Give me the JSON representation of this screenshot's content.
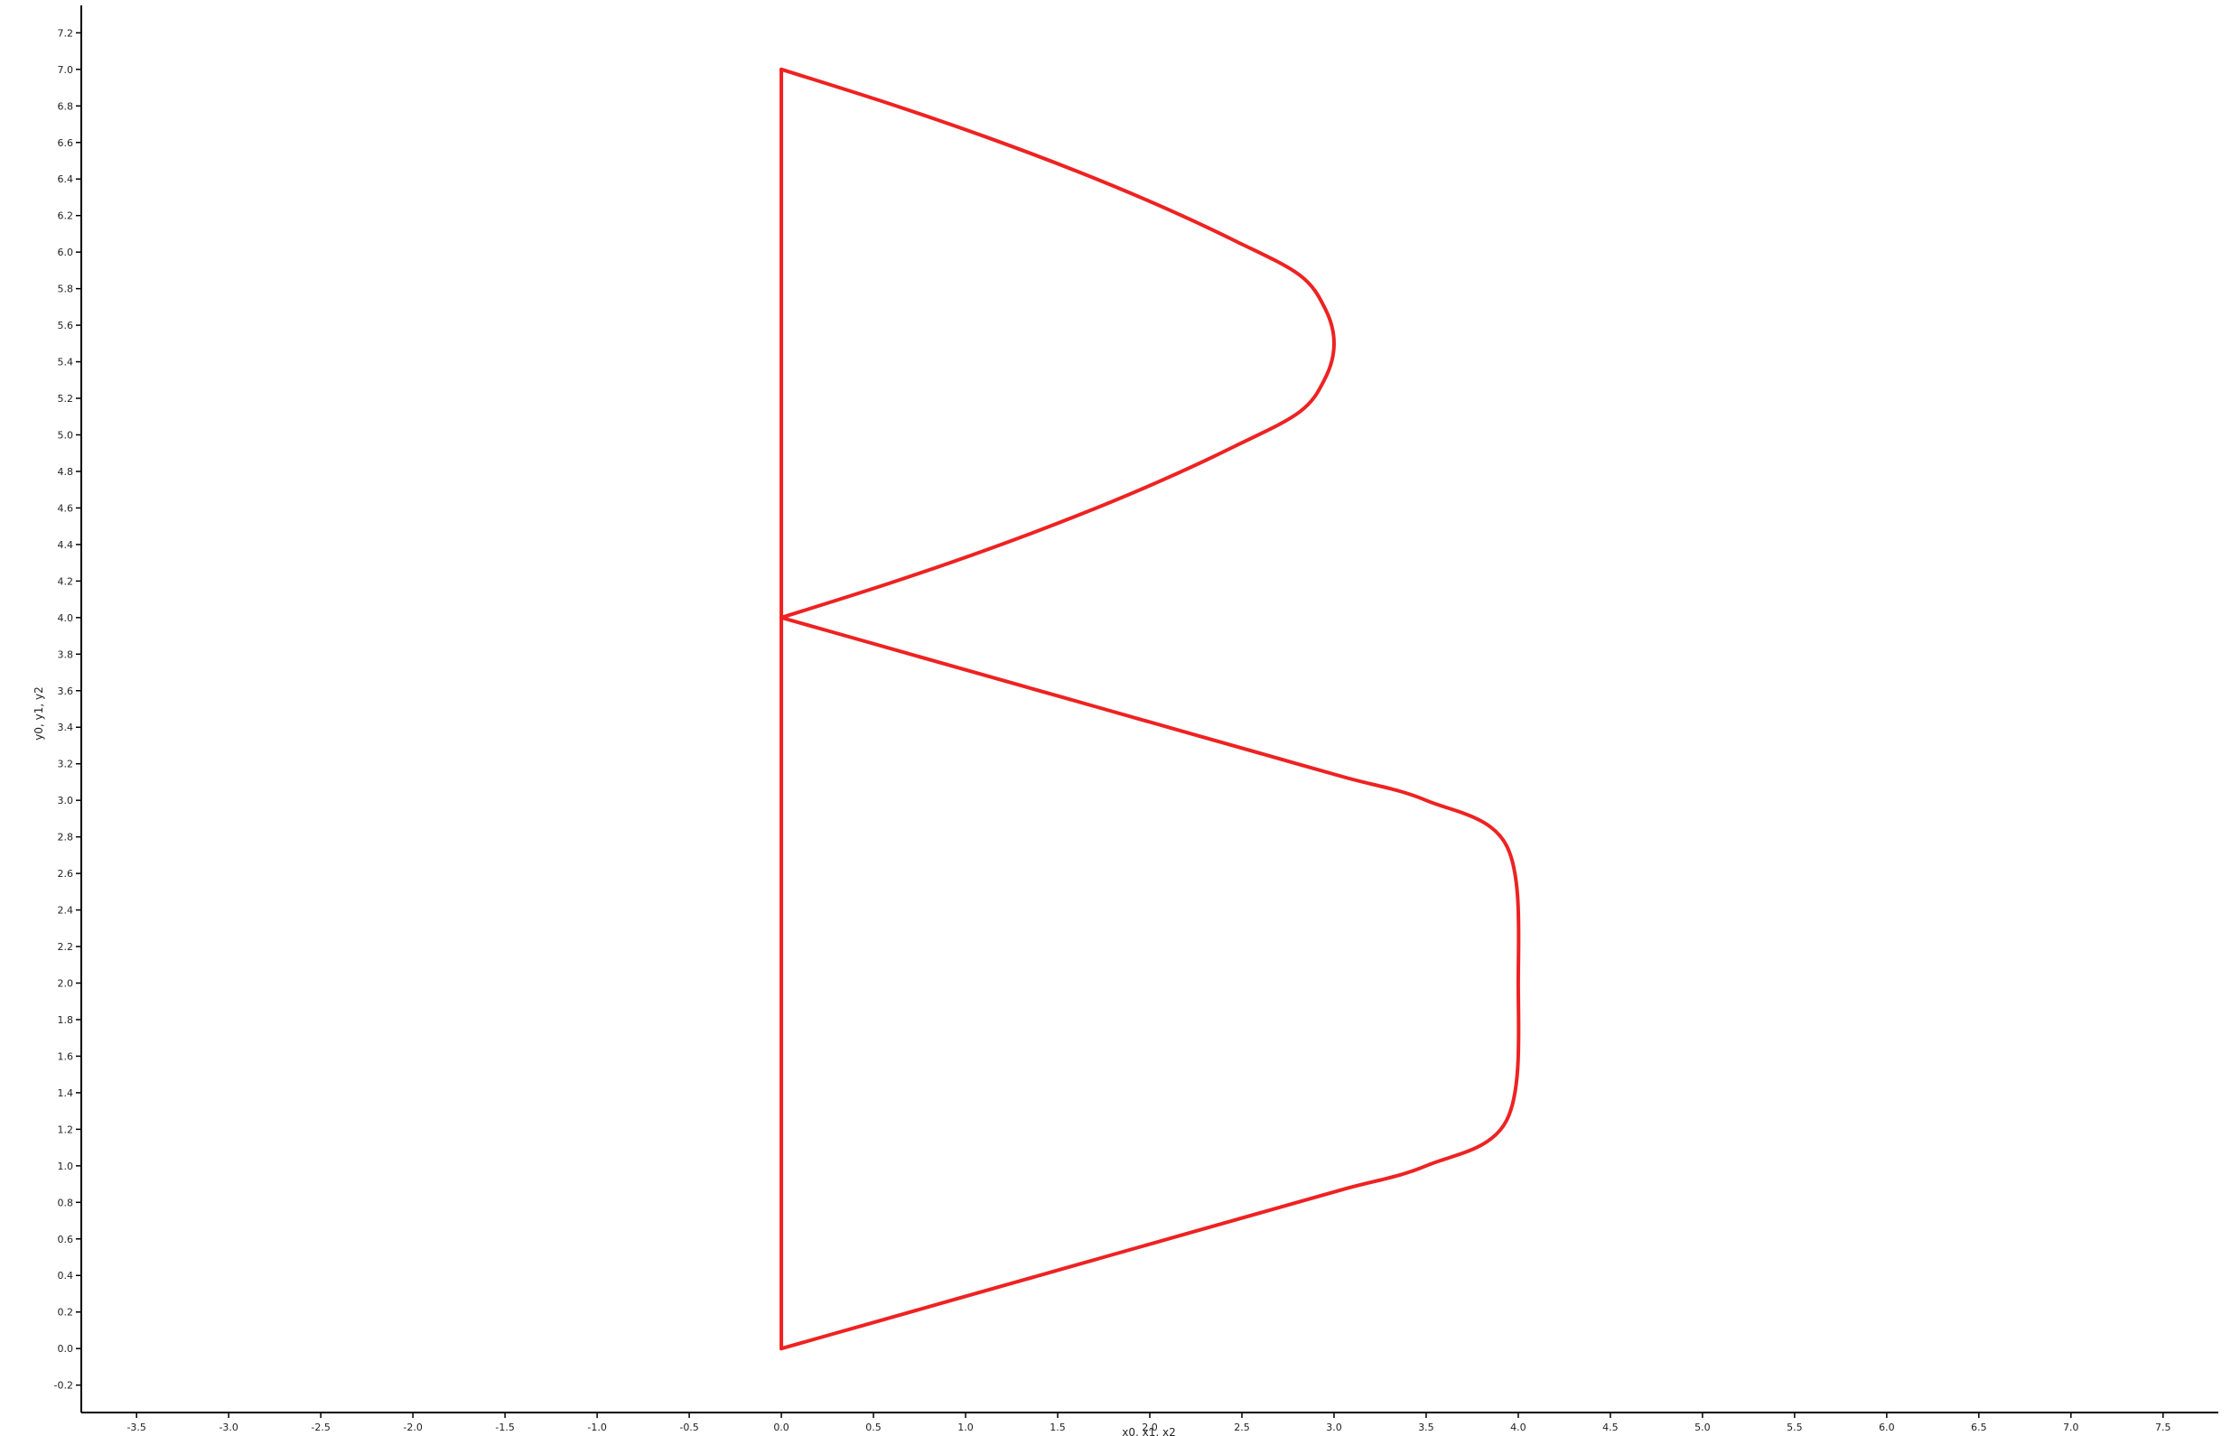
{
  "chart_data": {
    "type": "line",
    "xlabel": "x0, x1, x2",
    "ylabel": "y0, y1, y2",
    "xlim": [
      -3.8,
      7.8
    ],
    "ylim": [
      -0.35,
      7.35
    ],
    "xticks": [
      "-3.5",
      "-3.0",
      "-2.5",
      "-2.0",
      "-1.5",
      "-1.0",
      "-0.5",
      "0.0",
      "0.5",
      "1.0",
      "1.5",
      "2.0",
      "2.5",
      "3.0",
      "3.5",
      "4.0",
      "4.5",
      "5.0",
      "5.5",
      "6.0",
      "6.5",
      "7.0",
      "7.5"
    ],
    "yticks": [
      "-0.2",
      "0.0",
      "0.2",
      "0.4",
      "0.6",
      "0.8",
      "1.0",
      "1.2",
      "1.4",
      "1.6",
      "1.8",
      "2.0",
      "2.2",
      "2.4",
      "2.6",
      "2.8",
      "3.0",
      "3.2",
      "3.4",
      "3.6",
      "3.8",
      "4.0",
      "4.2",
      "4.4",
      "4.6",
      "4.8",
      "5.0",
      "5.2",
      "5.4",
      "5.6",
      "5.8",
      "6.0",
      "6.2",
      "6.4",
      "6.6",
      "6.8",
      "7.0",
      "7.2"
    ],
    "grid": false,
    "legend": "none",
    "color": "#ee2222",
    "series": [
      {
        "x": [
          0.0,
          0.0
        ],
        "y": [
          0.0,
          7.0
        ]
      },
      {
        "x": [
          0.0,
          0.4375,
          0.875,
          1.3125,
          1.75,
          2.1875,
          2.625,
          3.0625,
          3.5,
          3.9375,
          4.0,
          3.9375,
          3.5,
          3.0625,
          2.625,
          2.1875,
          1.75,
          1.3125,
          0.875,
          0.4375,
          0.0
        ],
        "y": [
          0.0,
          0.125,
          0.25,
          0.375,
          0.5,
          0.625,
          0.75,
          0.875,
          1.0,
          1.25,
          2.0,
          2.75,
          3.0,
          3.125,
          3.25,
          3.375,
          3.5,
          3.625,
          3.75,
          3.875,
          4.0
        ]
      },
      {
        "x": [
          0.0,
          0.5859,
          1.125,
          1.6172,
          2.0625,
          2.4609,
          2.8125,
          2.9531,
          3.0,
          2.9531,
          2.8125,
          2.4609,
          2.0625,
          1.6172,
          1.125,
          0.5859,
          0.0
        ],
        "y": [
          4.0,
          4.1875,
          4.375,
          4.5625,
          4.75,
          4.9375,
          5.125,
          5.3125,
          5.5,
          5.6875,
          5.875,
          6.0625,
          6.25,
          6.4375,
          6.625,
          6.8125,
          7.0
        ]
      }
    ]
  }
}
